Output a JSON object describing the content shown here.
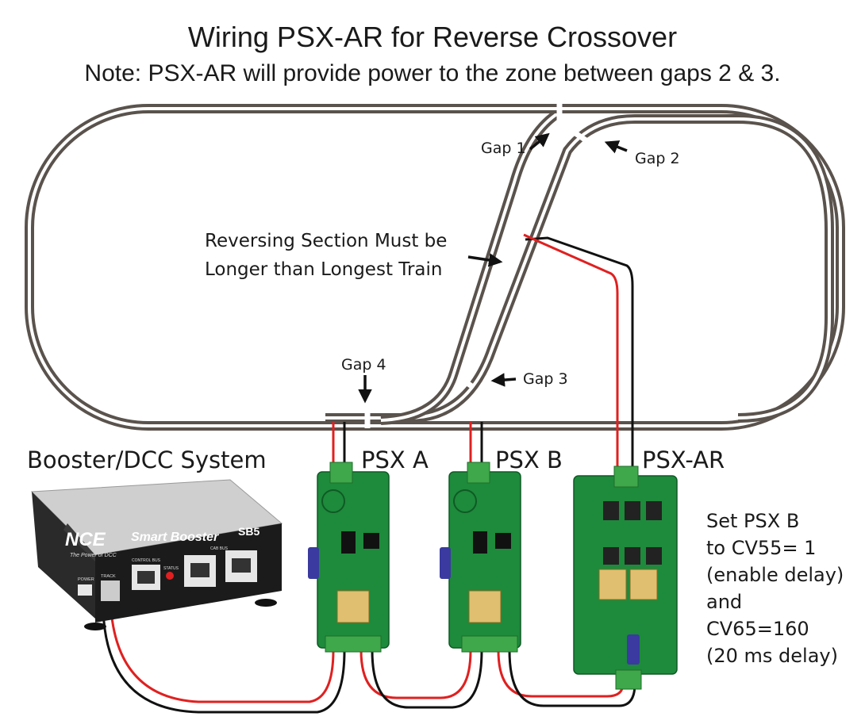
{
  "title": "Wiring PSX-AR for Reverse Crossover",
  "subtitle": "Note: PSX-AR will provide power to the zone between gaps 2 & 3.",
  "gaps": {
    "gap1": "Gap 1",
    "gap2": "Gap 2",
    "gap3": "Gap 3",
    "gap4": "Gap 4"
  },
  "reversing_note": {
    "line1": "Reversing Section Must be",
    "line2": "Longer than Longest Train"
  },
  "booster": {
    "caption": "Booster/DCC System",
    "logo": "NCE",
    "tagline": "The Power of DCC",
    "model_name": "Smart Booster",
    "model": "SB5",
    "jack_labels": {
      "power": "POWER",
      "track": "TRACK",
      "control_bus": "CONTROL BUS",
      "status": "STATUS",
      "cab_bus": "CAB BUS"
    }
  },
  "boards": {
    "psx_a": "PSX A",
    "psx_b": "PSX B",
    "psx_ar": "PSX-AR"
  },
  "settings_note": {
    "lines": [
      "Set PSX B",
      "to CV55= 1",
      "(enable delay)",
      "and",
      "CV65=160",
      "(20 ms delay)"
    ]
  },
  "colors": {
    "rail": "#5a524c",
    "wire_red": "#e02020",
    "wire_black": "#111111",
    "pcb_green": "#1e8a3c",
    "terminal_green": "#3ea84a"
  }
}
